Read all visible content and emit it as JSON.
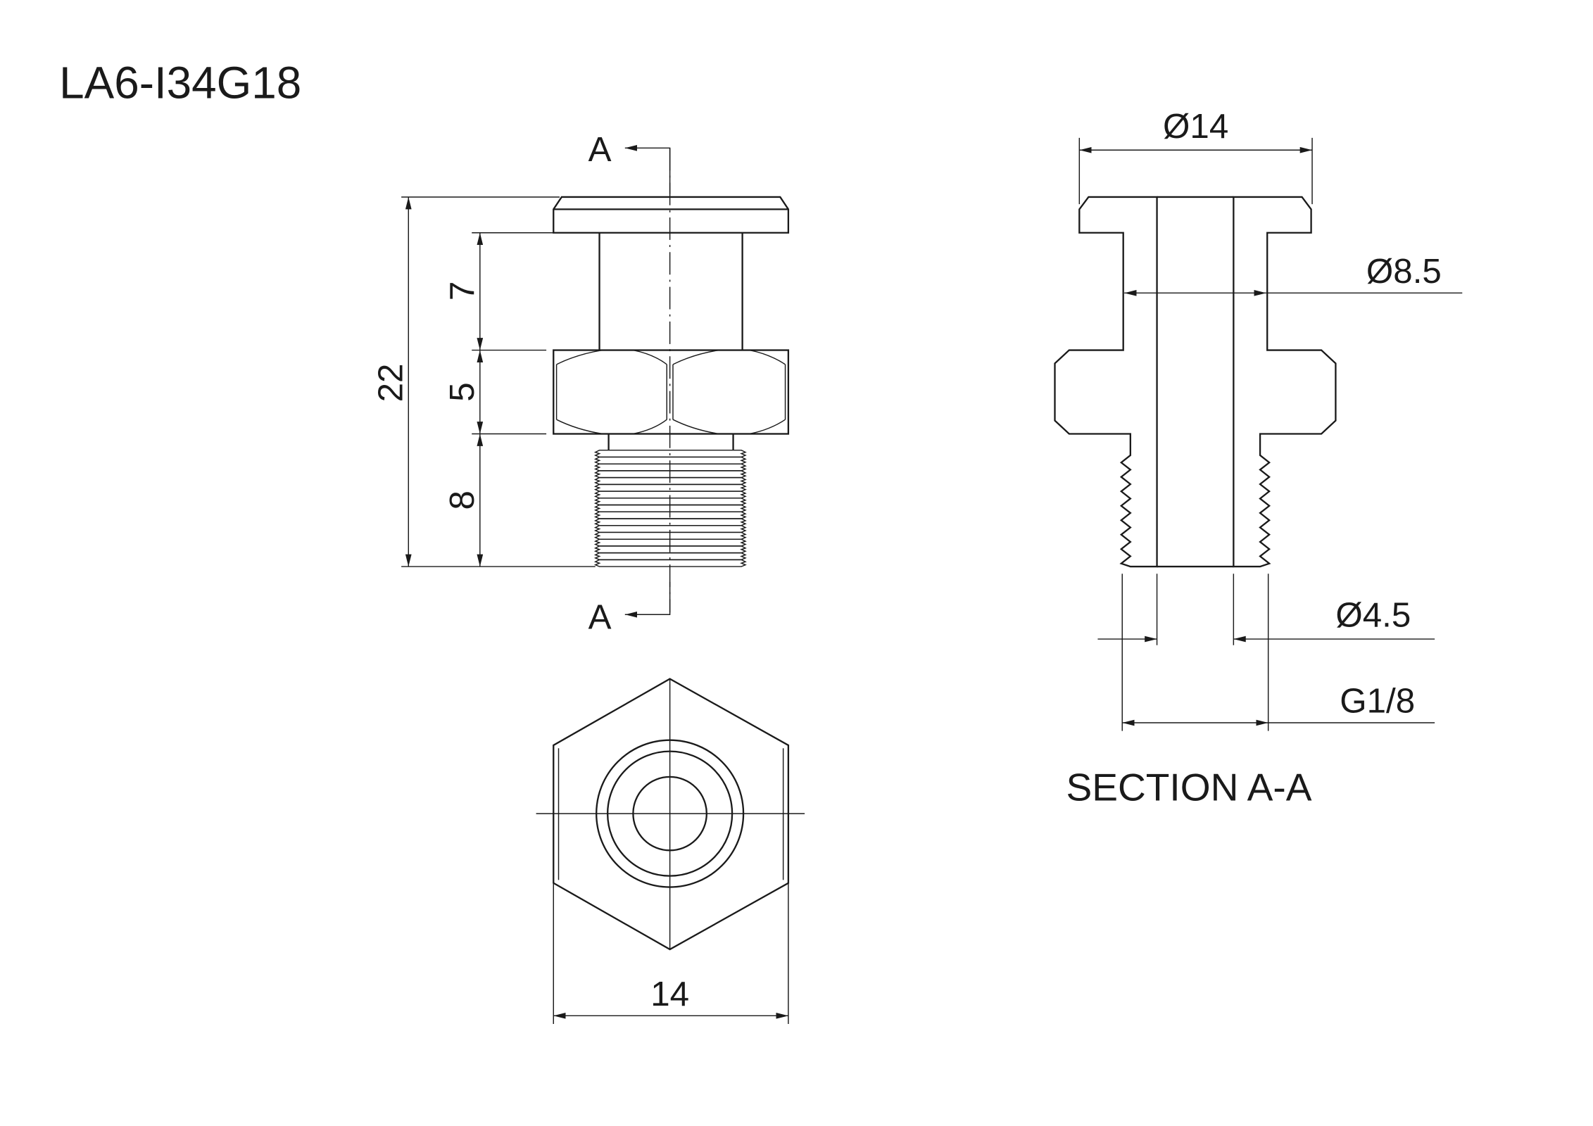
{
  "title": "LA6-I34G18",
  "front_view": {
    "section_marker_top": "A",
    "section_marker_bottom": "A",
    "dim_overall_height": "22",
    "dim_flange_to_hex": "7",
    "dim_hex_height": "5",
    "dim_thread_length": "8"
  },
  "bottom_view": {
    "dim_hex_width": "14"
  },
  "section_view": {
    "dim_flange_diameter": "Ø14",
    "dim_body_diameter": "Ø8.5",
    "dim_bore_diameter": "Ø4.5",
    "dim_thread": "G1/8",
    "label": "SECTION A-A"
  },
  "colors": {
    "line": "#1a1a1a",
    "background": "#ffffff"
  }
}
